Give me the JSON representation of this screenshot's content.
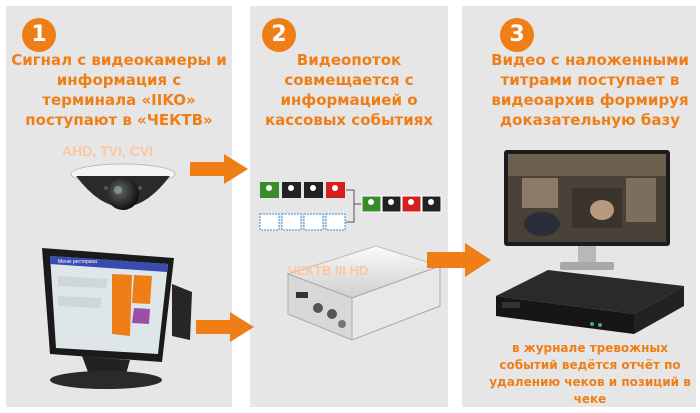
{
  "steps": [
    {
      "number": "1",
      "text": "Сигнал с видеокамеры и информация с терминала «IIKO» поступают в «ЧЕКТВ»"
    },
    {
      "number": "2",
      "text": "Видеопоток совмещается с информацией о кассовых событиях"
    },
    {
      "number": "3",
      "text": "Видео с наложенными титрами поступает в видеоархив формируя доказательную базу"
    }
  ],
  "camera_formats": "AHD, TVI, CVI",
  "device_name": "ЧЕКТВ III HD",
  "pos_header": "Меню ресторана",
  "footnote": "в журнале тревожных событий ведётся отчёт по удалению чеков и позиций в чеке",
  "colors": {
    "accent": "#f07e17",
    "panel": "#e6e6e6"
  }
}
